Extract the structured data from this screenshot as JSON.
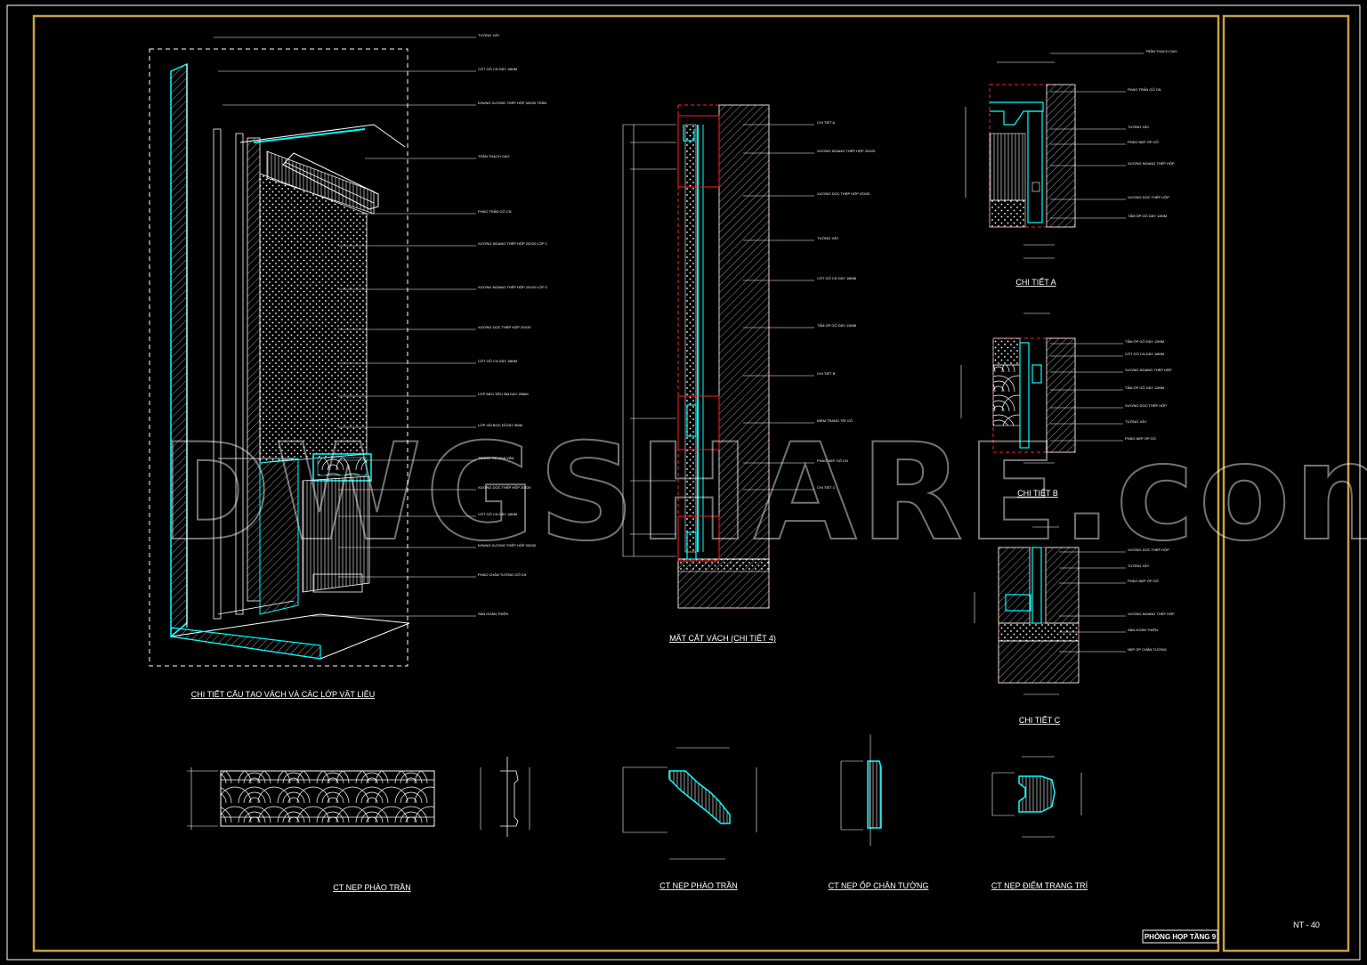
{
  "sheet": {
    "code": "NT - 40",
    "room": "PHÒNG HỌP TẦNG 9",
    "watermark": "DWGSHARE.com",
    "colors": {
      "border": "#c8a040",
      "cyan": "#00ffff",
      "red": "#ff2020",
      "green": "#33ff66",
      "line": "#ffffff"
    }
  },
  "titles": {
    "iso": "CHI TIẾT CẤU TẠO VÁCH VÀ CÁC LỚP VẬT LIỆU",
    "section": "MẶT CẮT VÁCH (CHI TIẾT 4)",
    "detail_a": "CHI TIẾT A",
    "detail_b": "CHI TIẾT B",
    "detail_c": "CHI TIẾT C",
    "profile1": "CT NẸP PHÀO TRẦN",
    "profile2": "CT NẸP PHÀO TRẦN",
    "profile3": "CT NẸP ỐP CHÂN TƯỜNG",
    "profile4": "CT NẸP ĐIỂM TRANG TRÍ"
  },
  "iso_labels": [
    "TƯỜNG XÂY",
    "CỐT GỖ CN DÀY 18MM",
    "KHUNG XƯƠNG THÉP HỘP 30X30 TRẦN",
    "TRẦN THẠCH CAO",
    "PHÀO TRẦN GỖ CN",
    "XƯƠNG NGANG THÉP HỘP 20X20 LỚP 1",
    "XƯƠNG NGANG THÉP HỘP 20X20 LỚP 2",
    "XƯƠNG DỌC THÉP HỘP 20X20",
    "CỐT GỖ CN DÀY 18MM",
    "LỚP BẢO TIÊU ÂM DÀY 25MM",
    "LỚP VẢI BỌC NỈ DÀY 5MM",
    "TRANG TRÍ HOA VĂN",
    "XƯƠNG DỌC THÉP HỘP 20X20",
    "CỐT GỖ CN DÀY 18MM",
    "KHUNG XƯƠNG THÉP HỘP 30X30",
    "PHÀO CHÂN TƯỜNG GỖ CN",
    "SÀN HOÀN THIỆN"
  ],
  "section_labels": [
    "CHI TIẾT A",
    "XƯƠNG NGANG THÉP HỘP 20X20",
    "XƯƠNG DỌC THÉP HỘP 20X20",
    "TƯỜNG XÂY",
    "CỐT GỖ CN DÀY 18MM",
    "TẤM ỐP GỖ DÀY 12MM",
    "CHI TIẾT B",
    "ĐIỂM TRANG TRÍ GỖ",
    "PHÀO NẸP GỖ CN",
    "CHI TIẾT C"
  ],
  "detail_a_labels": [
    "TRẦN THẠCH CAO",
    "PHÀO TRẦN GỖ CN",
    "TƯỜNG XÂY",
    "PHÀO NẸP ỐP GỖ",
    "XƯƠNG NGANG THÉP HỘP",
    "XƯƠNG DỌC THÉP HỘP",
    "TẤM ỐP GỖ DÀY 12MM"
  ],
  "detail_b_labels": [
    "TẤM ỐP GỖ DÀY 12MM",
    "CỐT GỖ CN DÀY 18MM",
    "XƯƠNG NGANG THÉP HỘP",
    "TẤM ỐP GỖ DÀY 12MM",
    "XƯƠNG DỌC THÉP HỘP",
    "TƯỜNG XÂY",
    "PHÀO NẸP ỐP GỖ"
  ],
  "detail_c_labels": [
    "XƯƠNG DỌC THÉP HỘP",
    "TƯỜNG XÂY",
    "PHÀO NẸP ỐP GỖ",
    "XƯƠNG NGANG THÉP HỘP",
    "SÀN HOÀN THIỆN",
    "NẸP ỐP CHÂN TƯỜNG"
  ]
}
